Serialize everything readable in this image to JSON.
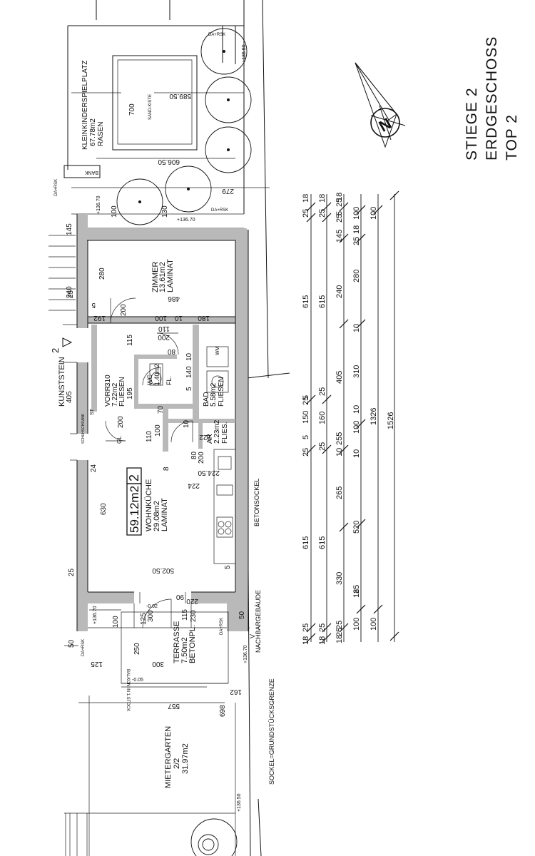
{
  "title": {
    "line1": "STIEGE 2",
    "line2": "ERDGESCHOSS",
    "line3": "TOP 2"
  },
  "north_label": "N",
  "unit": {
    "number": "2",
    "area": "59.12m2"
  },
  "rooms": {
    "zimmer": {
      "name": "ZIMMER",
      "area": "13.61m2",
      "floor": "LAMINAT"
    },
    "wohnkueche": {
      "name": "WOHNKÜCHE",
      "area": "29.08m2",
      "floor": "LAMINAT"
    },
    "vorraum": {
      "name": "VORR.",
      "area": "7.22m2",
      "floor": "FLIESEN",
      "dim": "310"
    },
    "wc": {
      "name": "WC",
      "area": "1.40m2",
      "floor": "FL."
    },
    "bad": {
      "name": "BAD",
      "area": "5.58m2",
      "floor": "FLIESEN"
    },
    "ar": {
      "name": "AR",
      "area": "2.23m2",
      "floor": "FLIES."
    },
    "terrasse": {
      "name": "TERRASSE",
      "area": "7.50m2",
      "floor": "BETONPL."
    },
    "mietergarten": {
      "name": "MIETERGARTEN",
      "share": "2/2",
      "area": "31.97m2"
    },
    "spielplatz": {
      "name": "KLEINKINDERSPIELPLATZ",
      "area": "67.78m2",
      "floor": "RASEN"
    }
  },
  "labels": {
    "kunststein": "KUNSTSTEIN",
    "kunststein_num": "2",
    "kunststein_dim": "405",
    "bank": "BANK",
    "sandkiste": "SAND-KISTE",
    "wm": "WM",
    "betonsockel": "BETONSOCKEL",
    "nachbargebaeude": "NACHBARGEBÄUDE",
    "sockel_grenze": "SOCKEL=GRUNDSTÜCKSGRENZE",
    "balkon": "BALKON IN 1.STOCK",
    "da_rsk": "DA+RSK",
    "schuhschrank": "SCHUHSCHRANK",
    "st": "ST",
    "gl": "GL",
    "v": "V"
  },
  "elevations": [
    "+136.70",
    "+136.50",
    "+136.70",
    "+136.70",
    "+136.50",
    "+136.70",
    "-0.05",
    "-0.02"
  ],
  "site_dims": [
    "589.50",
    "606.50",
    "700",
    "279",
    "557",
    "698",
    "162",
    "300",
    "125",
    "250",
    "50",
    "100",
    "130",
    "145",
    "240",
    "100"
  ],
  "interior_dims": [
    "280",
    "486",
    "192",
    "200",
    "100",
    "180",
    "10",
    "5",
    "115",
    "200",
    "80",
    "110",
    "140",
    "10",
    "5",
    "195",
    "70",
    "200",
    "110",
    "100",
    "10",
    "222",
    "80",
    "200",
    "224",
    "224.50",
    "630",
    "502.50",
    "25",
    "90",
    "220",
    "115",
    "230",
    "125",
    "300",
    "50",
    "25",
    "5",
    "24",
    "8"
  ],
  "dim_chains": {
    "chain1": [
      "25",
      "18",
      "615",
      "25",
      "5",
      "150",
      "5",
      "25",
      "615",
      "18",
      "25"
    ],
    "chain2": [
      "25",
      "18",
      "615",
      "25",
      "160",
      "25",
      "615",
      "18",
      "25"
    ],
    "chain3": [
      "25",
      "5",
      "25",
      "18",
      "145",
      "240",
      "405",
      "10",
      "255",
      "265",
      "330",
      "25",
      "18",
      "25"
    ],
    "chain4": [
      "100",
      "25",
      "18",
      "280",
      "10",
      "310",
      "10",
      "100",
      "10",
      "520",
      "10",
      "18",
      "25",
      "100"
    ],
    "chain5": [
      "100",
      "1326",
      "100"
    ],
    "chain6": [
      "1526"
    ]
  }
}
